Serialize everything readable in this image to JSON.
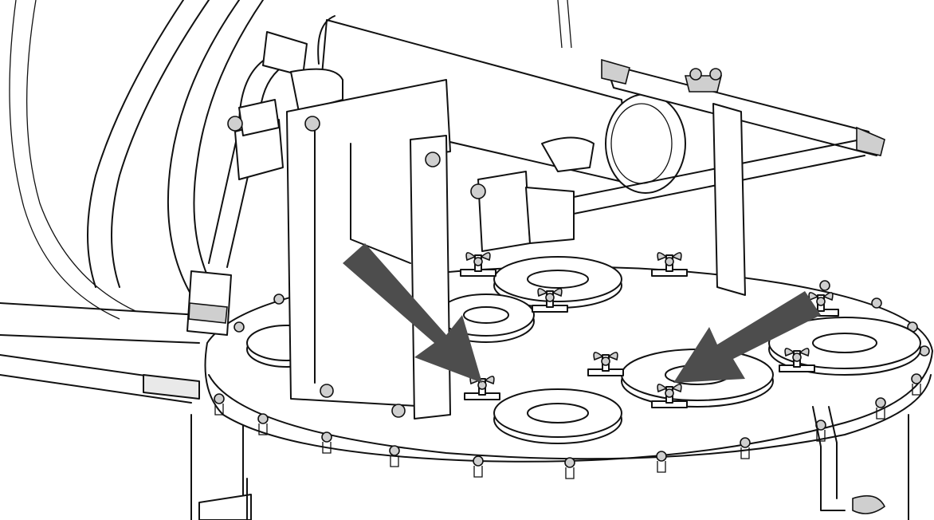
{
  "drawing": {
    "arrow_color": "#4d4d4d",
    "line_color": "#111111",
    "background": "#ffffff",
    "arrows": [
      {
        "name": "left-wing-nut-arrow",
        "points_to": "wing-nut-clamp-front-left"
      },
      {
        "name": "right-wing-nut-arrow",
        "points_to": "wing-nut-clamp-front-right"
      }
    ]
  }
}
